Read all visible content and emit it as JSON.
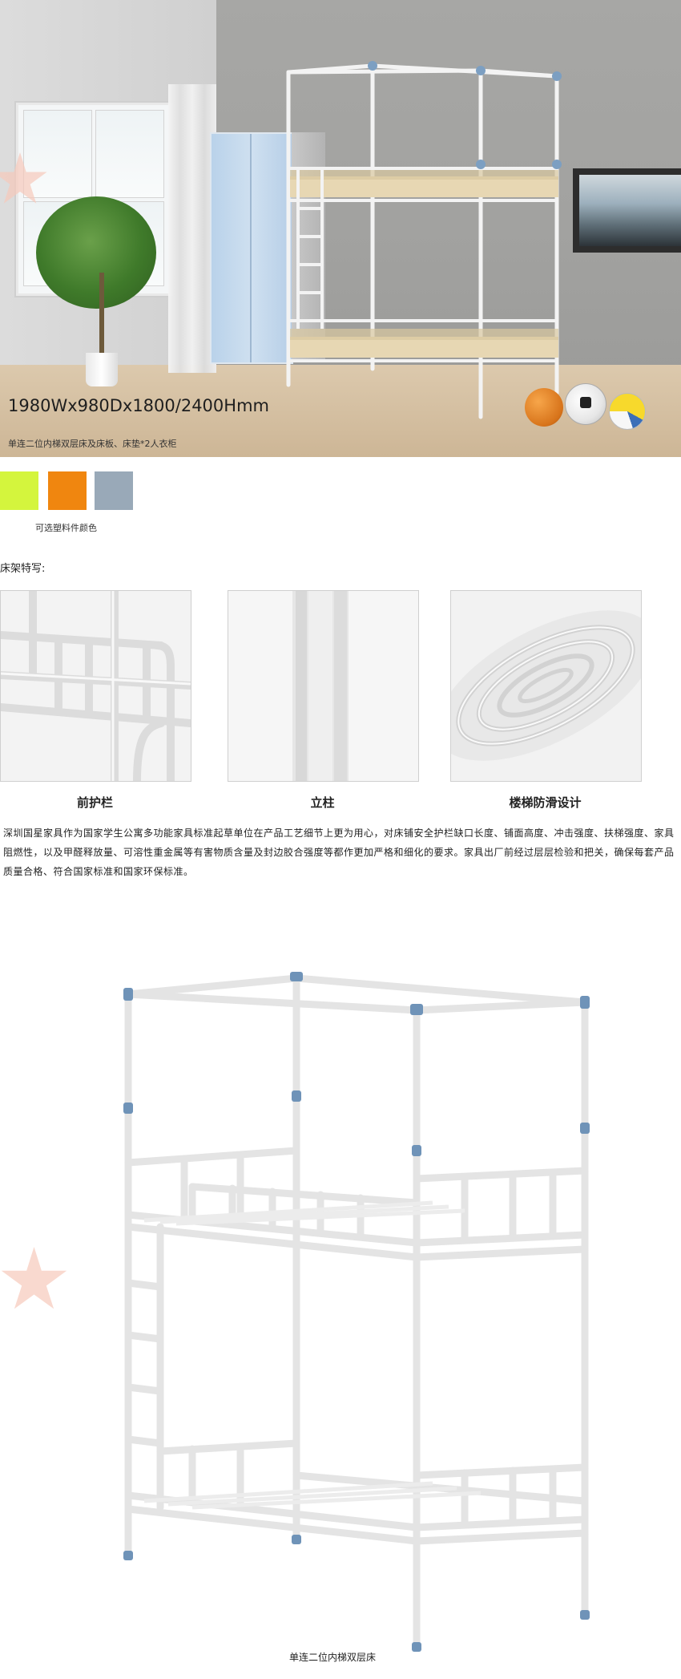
{
  "hero": {
    "dimensions": "1980Wx980Dx1800/2400Hmm",
    "subtitle": "单连二位内梯双层床及床板、床垫*2人衣柜"
  },
  "swatches": {
    "colors": [
      "#d4f53d",
      "#f0860f",
      "#99a9b8"
    ],
    "caption": "可选塑料件颜色"
  },
  "features": {
    "title": "床架特写:",
    "items": [
      {
        "label": "前护栏"
      },
      {
        "label": "立柱"
      },
      {
        "label": "楼梯防滑设计"
      }
    ]
  },
  "description": "深圳国星家具作为国家学生公寓多功能家具标准起草单位在产品工艺细节上更为用心，对床铺安全护栏缺口长度、铺面高度、冲击强度、扶梯强度、家具阻燃性，以及甲醛释放量、可溶性重金属等有害物质含量及封边胶合强度等都作更加严格和细化的要求。家具出厂前经过层层检验和把关，确保每套产品质量合格、符合国家标准和国家环保标准。",
  "product": {
    "caption": "单连二位内梯双层床"
  },
  "colors": {
    "frame": "#f2f2f2",
    "joint": "#6f93b8",
    "accent_star": "#f6c9bb"
  }
}
